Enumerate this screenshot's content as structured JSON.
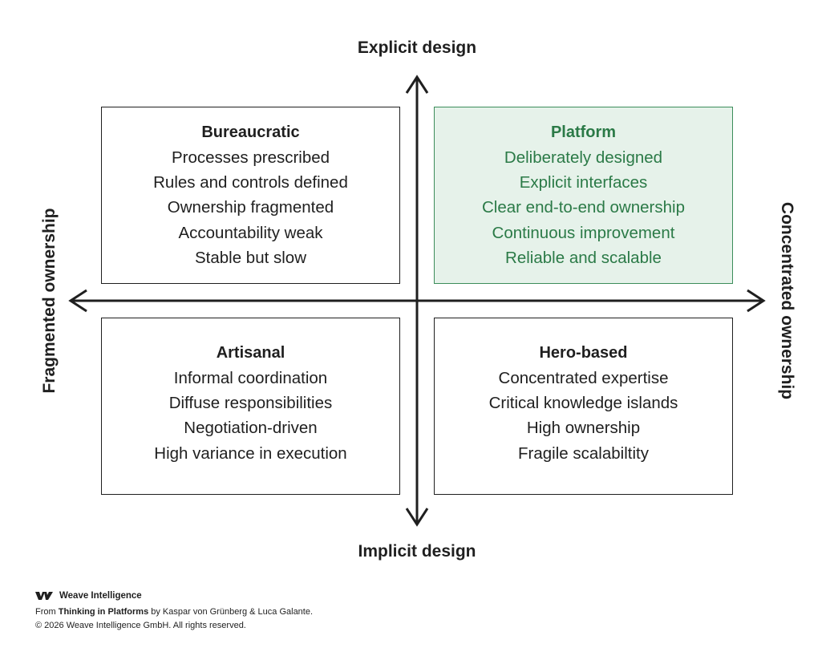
{
  "axes": {
    "top": "Explicit design",
    "bottom": "Implicit design",
    "left": "Fragmented ownership",
    "right": "Concentrated ownership"
  },
  "quadrants": {
    "top_left": {
      "title": "Bureaucratic",
      "lines": [
        "Processes prescribed",
        "Rules and controls defined",
        "Ownership fragmented",
        "Accountability weak",
        "Stable but slow"
      ]
    },
    "top_right": {
      "title": "Platform",
      "lines": [
        "Deliberately designed",
        "Explicit interfaces",
        "Clear end-to-end ownership",
        "Continuous improvement",
        "Reliable and scalable"
      ]
    },
    "bottom_left": {
      "title": "Artisanal",
      "lines": [
        "Informal coordination",
        "Diffuse responsibilities",
        "Negotiation-driven",
        "High variance in execution"
      ]
    },
    "bottom_right": {
      "title": "Hero-based",
      "lines": [
        "Concentrated expertise",
        "Critical knowledge islands",
        "High ownership",
        "Fragile scalabiltity"
      ]
    }
  },
  "footer": {
    "brand": "Weave Intelligence",
    "source_prefix": "From ",
    "source_book": "Thinking in Platforms",
    "source_suffix": " by Kaspar von Grünberg & Luca Galante.",
    "copyright": "© 2026 Weave Intelligence GmbH. All rights reserved."
  },
  "colors": {
    "highlight_border": "#3c8d5a",
    "highlight_fill": "#e6f2ea",
    "highlight_text": "#2b7a47",
    "ink": "#1f1f1f"
  }
}
